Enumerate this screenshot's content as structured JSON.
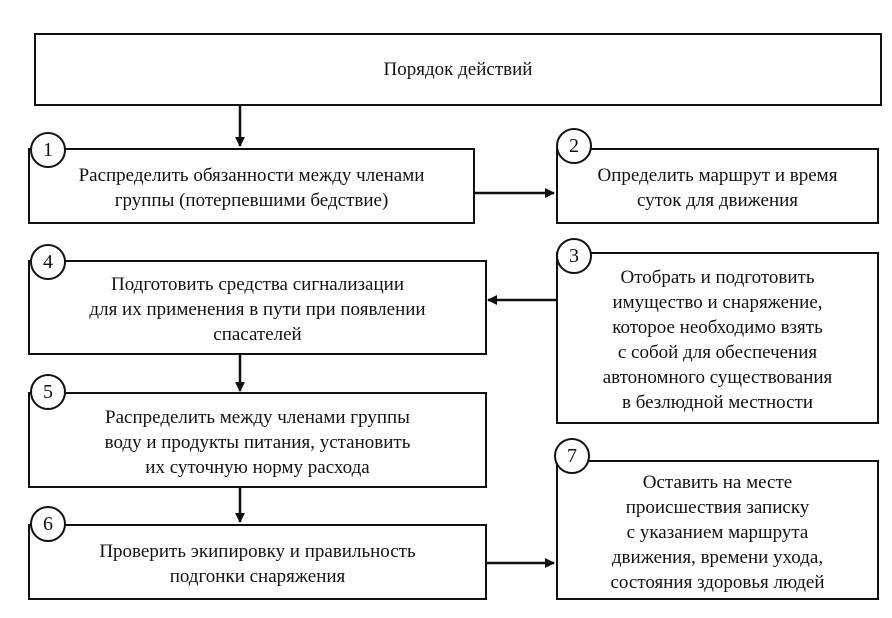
{
  "title": "Порядок действий",
  "steps": [
    {
      "num": "1",
      "text": "Распределить обязанности между членами\nгруппы (потерпевшими бедствие)"
    },
    {
      "num": "2",
      "text": "Определить маршрут и время\nсуток для движения"
    },
    {
      "num": "3",
      "text": "Отобрать и подготовить\nимущество и снаряжение,\nкоторое необходимо взять\nс собой для обеспечения\nавтономного существования\nв безлюдной местности"
    },
    {
      "num": "4",
      "text": "Подготовить средства сигнализации\nдля их применения в пути при появлении\nспасателей"
    },
    {
      "num": "5",
      "text": "Распределить между членами группы\nводу и продукты питания, установить\nих суточную норму расхода"
    },
    {
      "num": "6",
      "text": "Проверить экипировку и правильность\nподгонки снаряжения"
    },
    {
      "num": "7",
      "text": "Оставить на месте\nпроисшествия записку\nс указанием маршрута\nдвижения, времени ухода,\nсостояния здоровья людей"
    }
  ]
}
